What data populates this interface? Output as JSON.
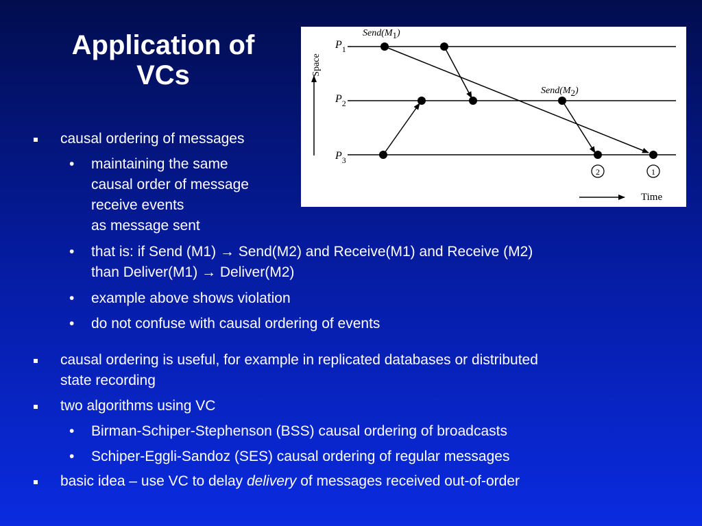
{
  "slide": {
    "title_lines": [
      "Application of",
      "VCs"
    ],
    "bullets": {
      "b1": "causal ordering of messages",
      "b1_1_lines": [
        "maintaining the same",
        "causal order of message",
        "receive events",
        "as message sent"
      ],
      "b1_2_lines": [
        "that is: if Send (M1) → Send(M2) and Receive(M1) and Receive (M2)",
        "than Deliver(M1) → Deliver(M2)"
      ],
      "b1_3": "example above shows violation",
      "b1_4": "do not confuse with causal ordering of events",
      "b2_lines": [
        "causal ordering is useful, for example in replicated databases or distributed",
        "state recording"
      ],
      "b3": "two algorithms using VC",
      "b3_1": "Birman-Schiper-Stephenson (BSS) causal ordering of broadcasts",
      "b3_2": "Schiper-Eggli-Sandoz (SES) causal ordering of regular messages",
      "b4_pre": "basic idea – use VC to delay ",
      "b4_em": "delivery",
      "b4_post": " of messages received out-of-order"
    },
    "sub_marker": "•"
  },
  "diagram": {
    "space_label": "Space",
    "time_label": "Time",
    "processes": [
      {
        "letter": "P",
        "sub": "1"
      },
      {
        "letter": "P",
        "sub": "2"
      },
      {
        "letter": "P",
        "sub": "3"
      }
    ],
    "send_m1": "Send(M",
    "send_m1_sub": "1",
    "send_m1_close": ")",
    "send_m2": "Send(M",
    "send_m2_sub": "2",
    "send_m2_close": ")",
    "receive_marks": [
      "2",
      "1"
    ]
  }
}
